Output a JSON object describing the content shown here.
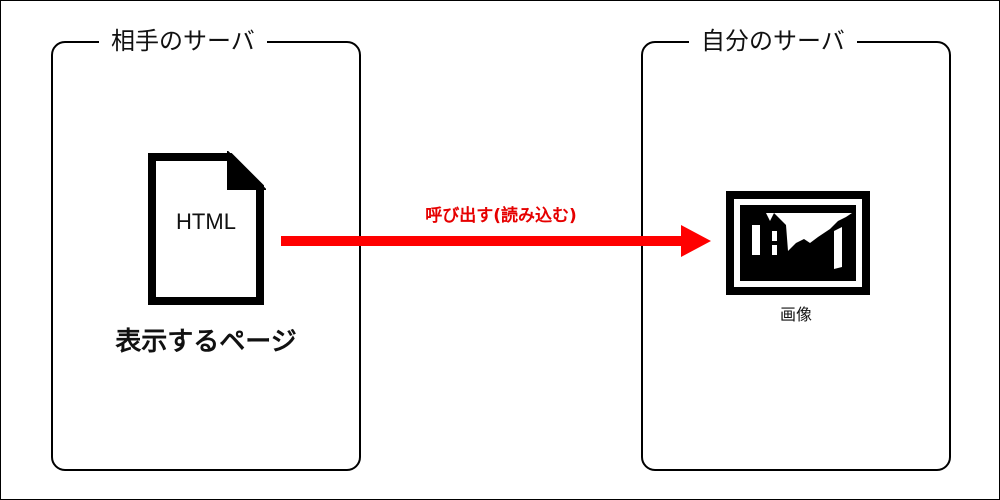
{
  "left_server": {
    "title": "相手のサーバ",
    "document": {
      "icon": "document-icon",
      "label": "HTML"
    },
    "caption": "表示するページ"
  },
  "right_server": {
    "title": "自分のサーバ",
    "image": {
      "icon": "picture-icon"
    },
    "caption": "画像"
  },
  "connector": {
    "label": "呼び出す(読み込む)",
    "color": "#ff0000",
    "icon": "arrow-right-icon"
  }
}
